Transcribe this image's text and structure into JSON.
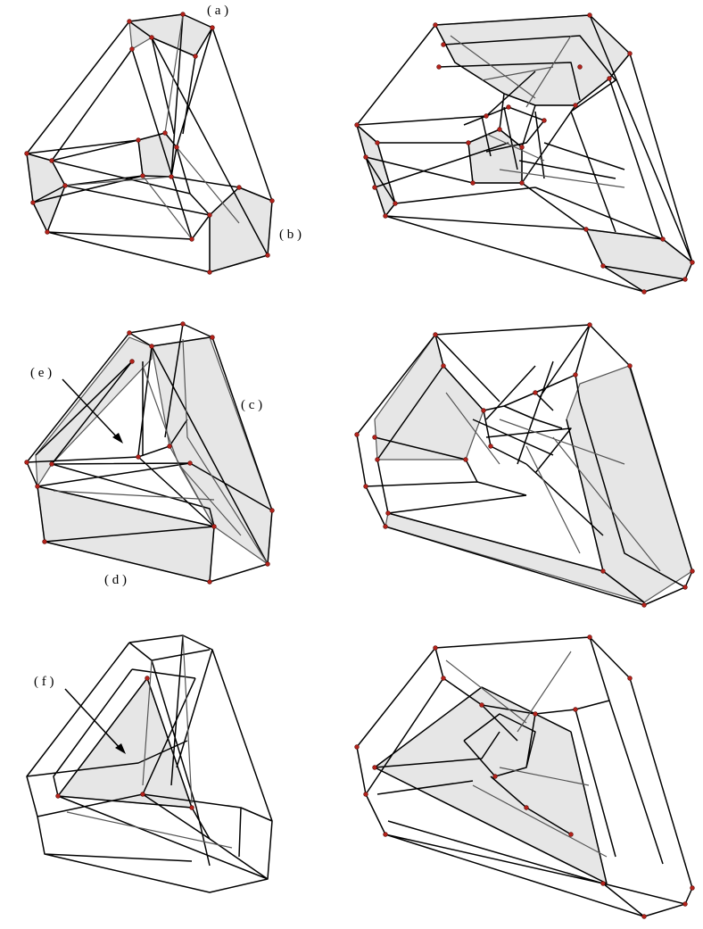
{
  "labels": {
    "a": "( a )",
    "b": "( b )",
    "c": "( c )",
    "d": "( d )",
    "e": "( e )",
    "f": "( f )"
  },
  "colors": {
    "edge": "#000000",
    "inner_edge": "#555555",
    "face": "#e6e6e6",
    "vertex": "#b3221b"
  },
  "panels": [
    {
      "id": "r1-left",
      "shaded": [
        "top-box",
        "left-box",
        "right-box"
      ]
    },
    {
      "id": "r1-right",
      "shaded": [
        "top-box",
        "left-box",
        "right-box"
      ]
    },
    {
      "id": "r2-left",
      "shaded": [
        "left-slab",
        "right-slab",
        "bottom-slab"
      ]
    },
    {
      "id": "r2-right",
      "shaded": [
        "left-slab",
        "right-slab",
        "bottom-slab"
      ]
    },
    {
      "id": "r3-left",
      "shaded": [
        "center-triangle"
      ]
    },
    {
      "id": "r3-right",
      "shaded": [
        "center-triangle"
      ]
    }
  ]
}
